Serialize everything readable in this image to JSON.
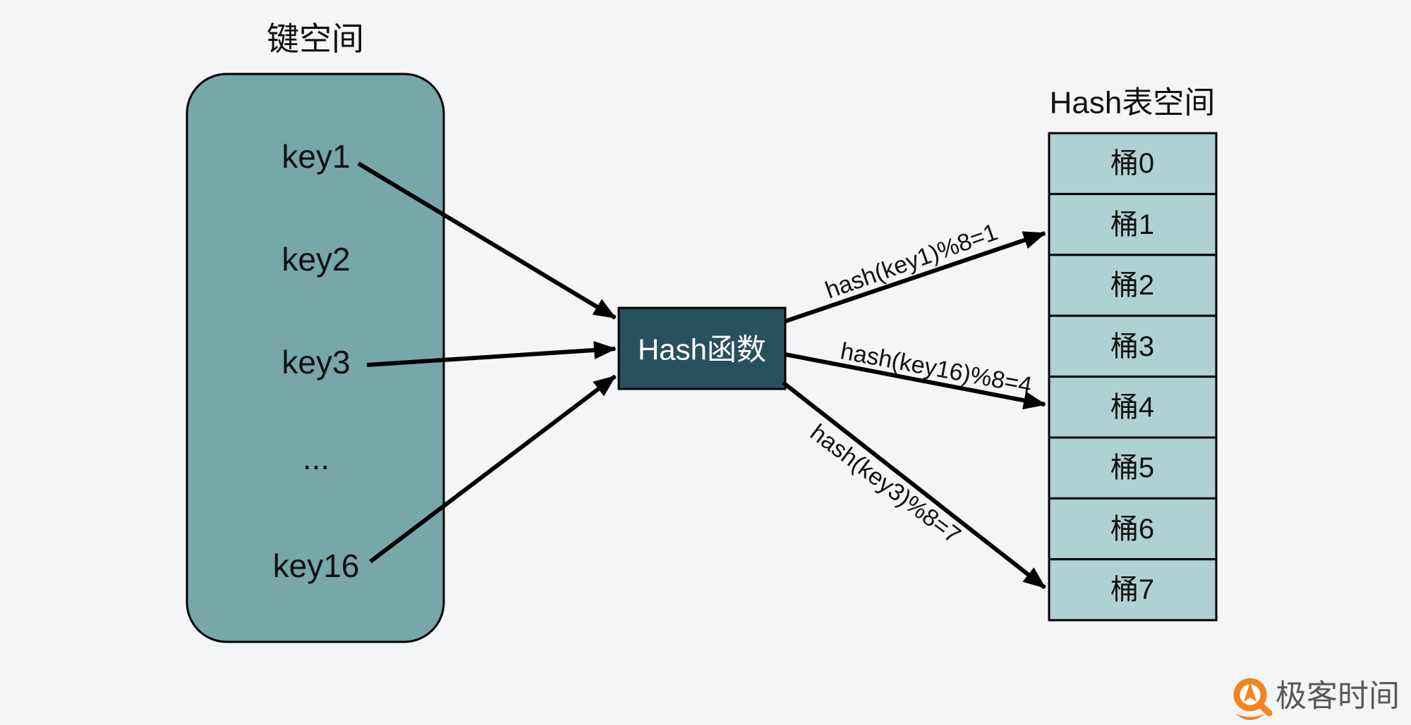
{
  "colors": {
    "background": "#f3f5f6",
    "key_space_fill": "#77a7a8",
    "bucket_fill": "#afd1d1",
    "hash_box_fill": "#29505f",
    "hash_box_text": "#ffffff",
    "line_color": "#000000",
    "text_color": "#111111",
    "logo_orange": "#f5831f",
    "logo_text_color": "#58585a"
  },
  "key_space": {
    "title": "键空间",
    "items": [
      "key1",
      "key2",
      "key3",
      "...",
      "key16"
    ]
  },
  "hash_function": {
    "label": "Hash函数"
  },
  "hash_table": {
    "title": "Hash表空间",
    "buckets": [
      "桶0",
      "桶1",
      "桶2",
      "桶3",
      "桶4",
      "桶5",
      "桶6",
      "桶7"
    ]
  },
  "arrow_labels": {
    "to_bucket1": "hash(key1)%8=1",
    "to_bucket4": "hash(key16)%8=4",
    "to_bucket7": "hash(key3)%8=7"
  },
  "logo": {
    "text": "极客时间"
  }
}
